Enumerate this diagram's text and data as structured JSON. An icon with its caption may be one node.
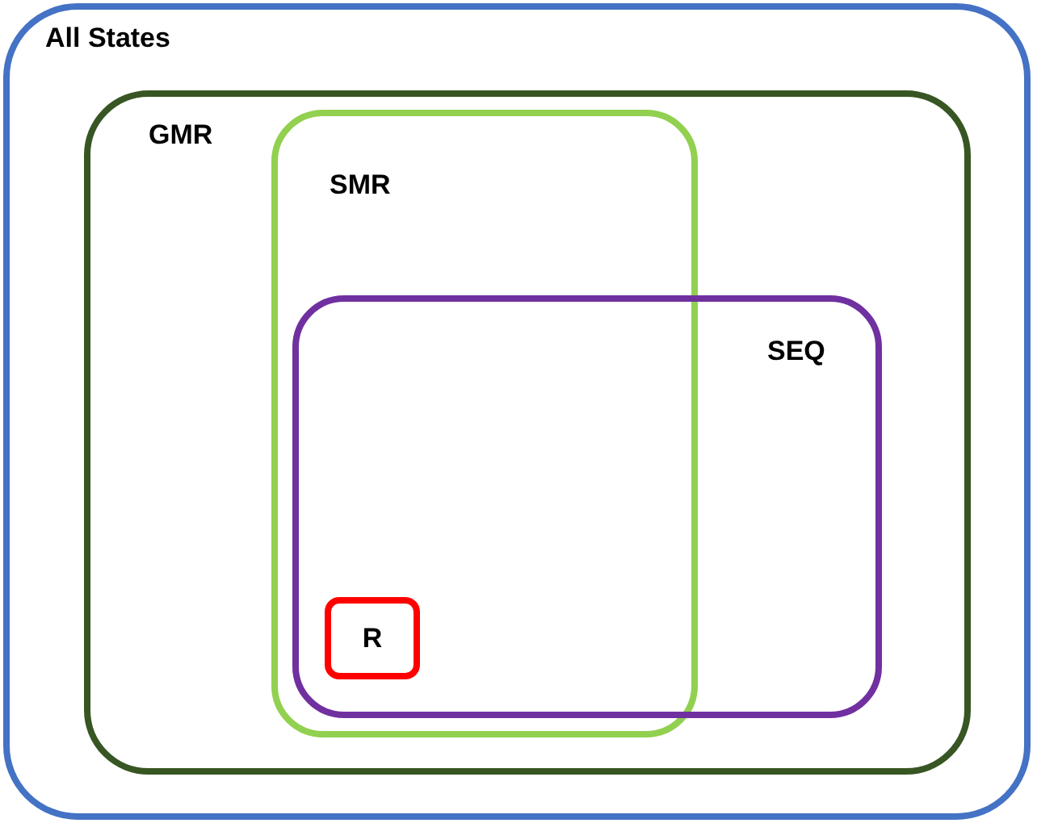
{
  "diagram": {
    "nodes": [
      {
        "text": [
          "All States"
        ]
      },
      {
        "text": [
          "GMR"
        ],
        "in": 0
      },
      {
        "text": [
          "SMR"
        ],
        "in": 1
      },
      {
        "text": [
          "SEQ"
        ],
        "in": 1
      },
      {
        "text": [
          "R"
        ]
      }
    ]
  }
}
